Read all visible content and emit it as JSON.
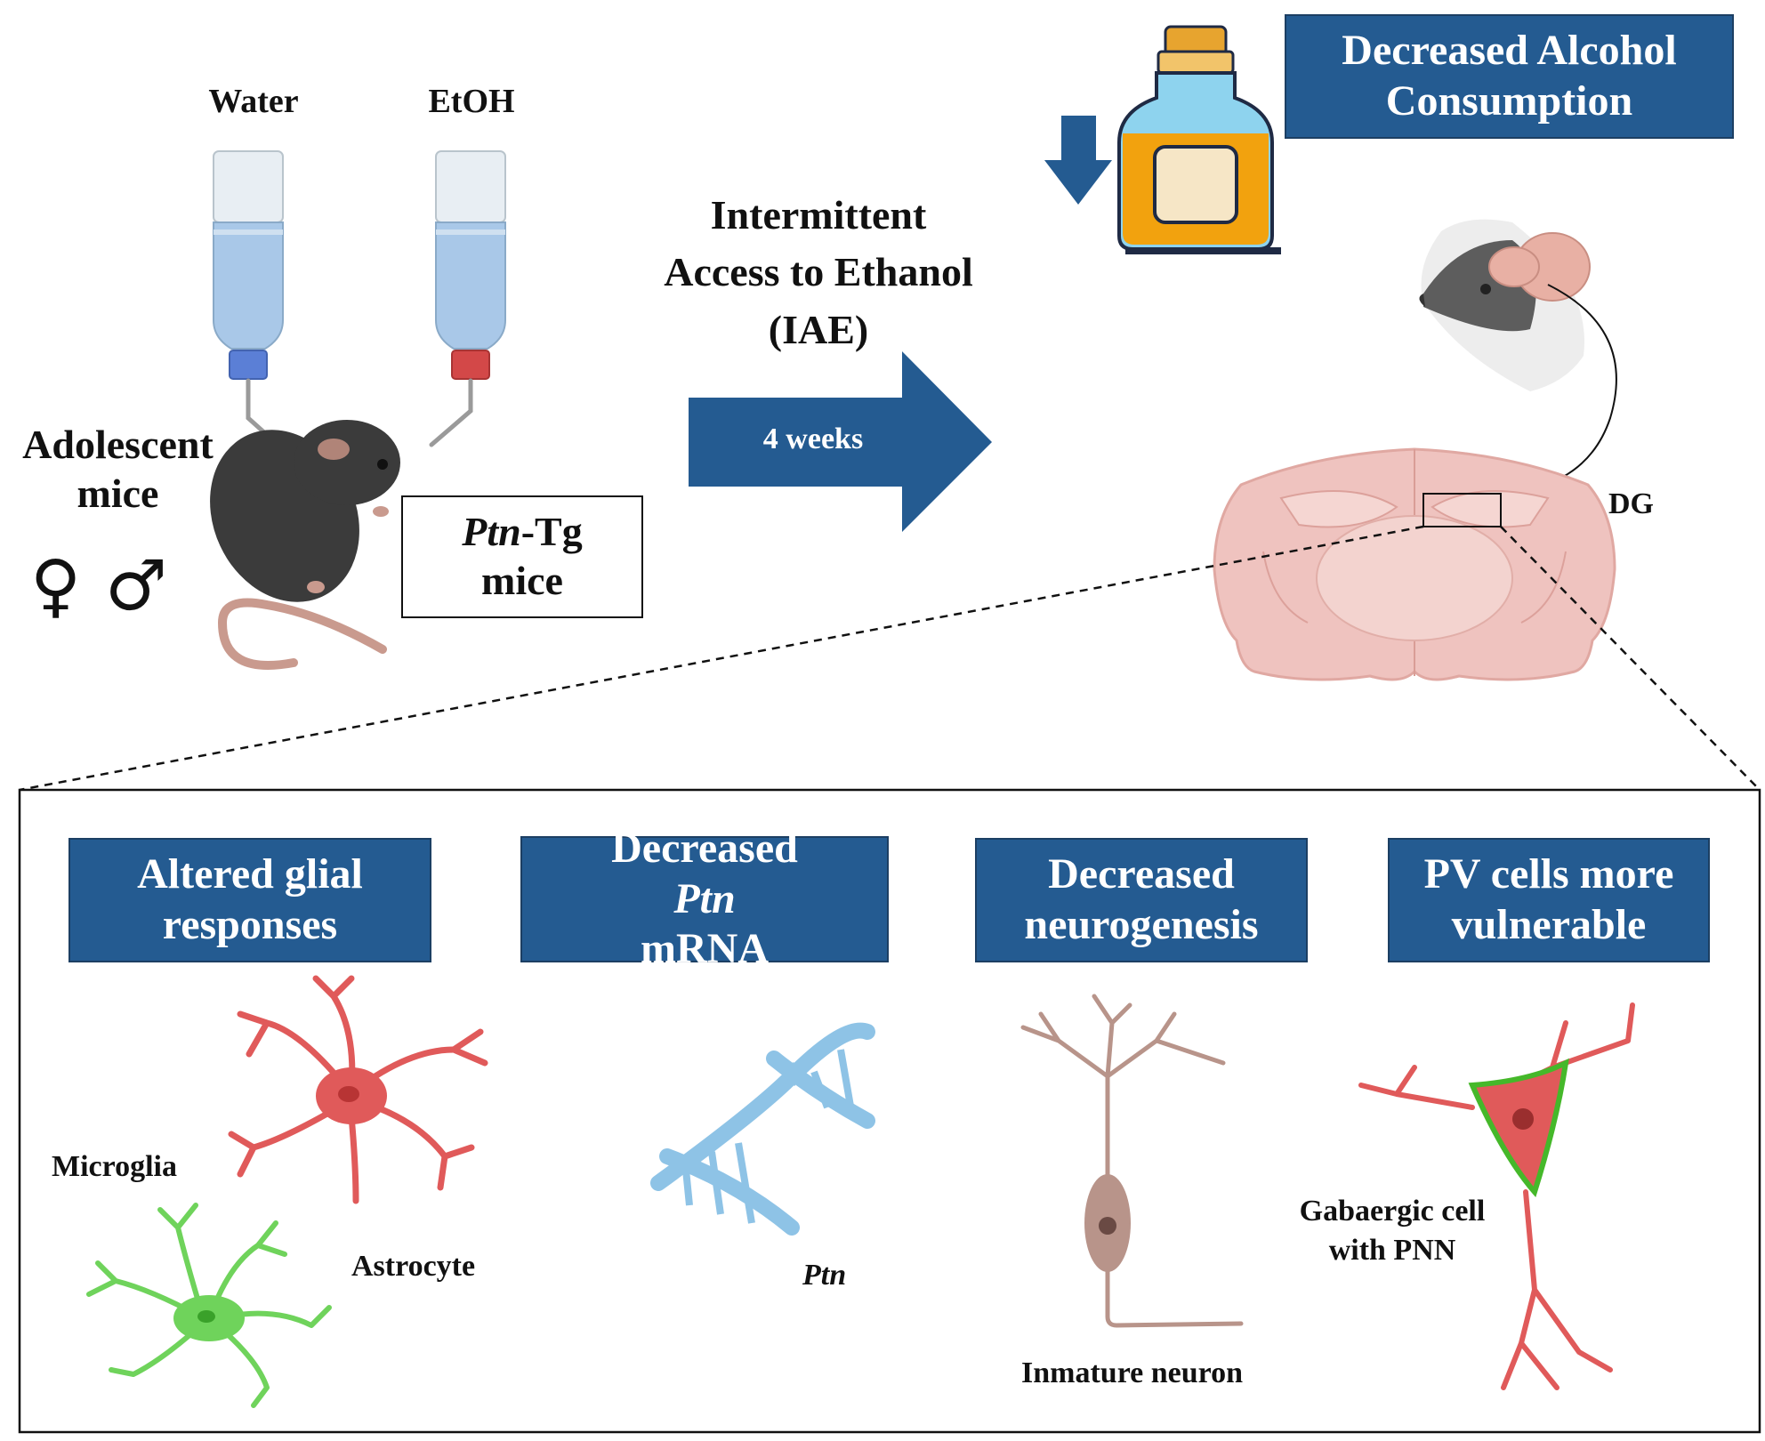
{
  "top": {
    "water_label": "Water",
    "etoh_label": "EtOH",
    "adolescent_line1": "Adolescent",
    "adolescent_line2": "mice",
    "female_symbol": "♀",
    "male_symbol": "♂",
    "tg_italic": "Ptn",
    "tg_rest": "-Tg",
    "tg_line2": "mice",
    "iae_line1": "Intermittent",
    "iae_line2": "Access to Ethanol",
    "iae_line3": "(IAE)",
    "arrow_label": "4 weeks",
    "outcome_line1": "Decreased Alcohol",
    "outcome_line2": "Consumption",
    "dg_label": "DG"
  },
  "panels": [
    {
      "line1": "Altered glial",
      "line2": "responses"
    },
    {
      "line1_plain": "Decreased ",
      "line1_italic": "Ptn",
      "line2": "mRNA"
    },
    {
      "line1": "Decreased",
      "line2": "neurogenesis"
    },
    {
      "line1": "PV cells more",
      "line2": "vulnerable"
    }
  ],
  "cell_labels": {
    "microglia": "Microglia",
    "astrocyte": "Astrocyte",
    "ptn": "Ptn",
    "immature_neuron": "Inmature neuron",
    "gaba_line1": "Gabaergic cell",
    "gaba_line2": "with PNN"
  },
  "colors": {
    "box_blue": "#245b91",
    "astrocyte_red": "#e05a5a",
    "microglia_green": "#6fd35b",
    "dna_blue": "#8ec3e6",
    "neuron_tan": "#b8948a",
    "brain_pink": "#efc3bf"
  }
}
